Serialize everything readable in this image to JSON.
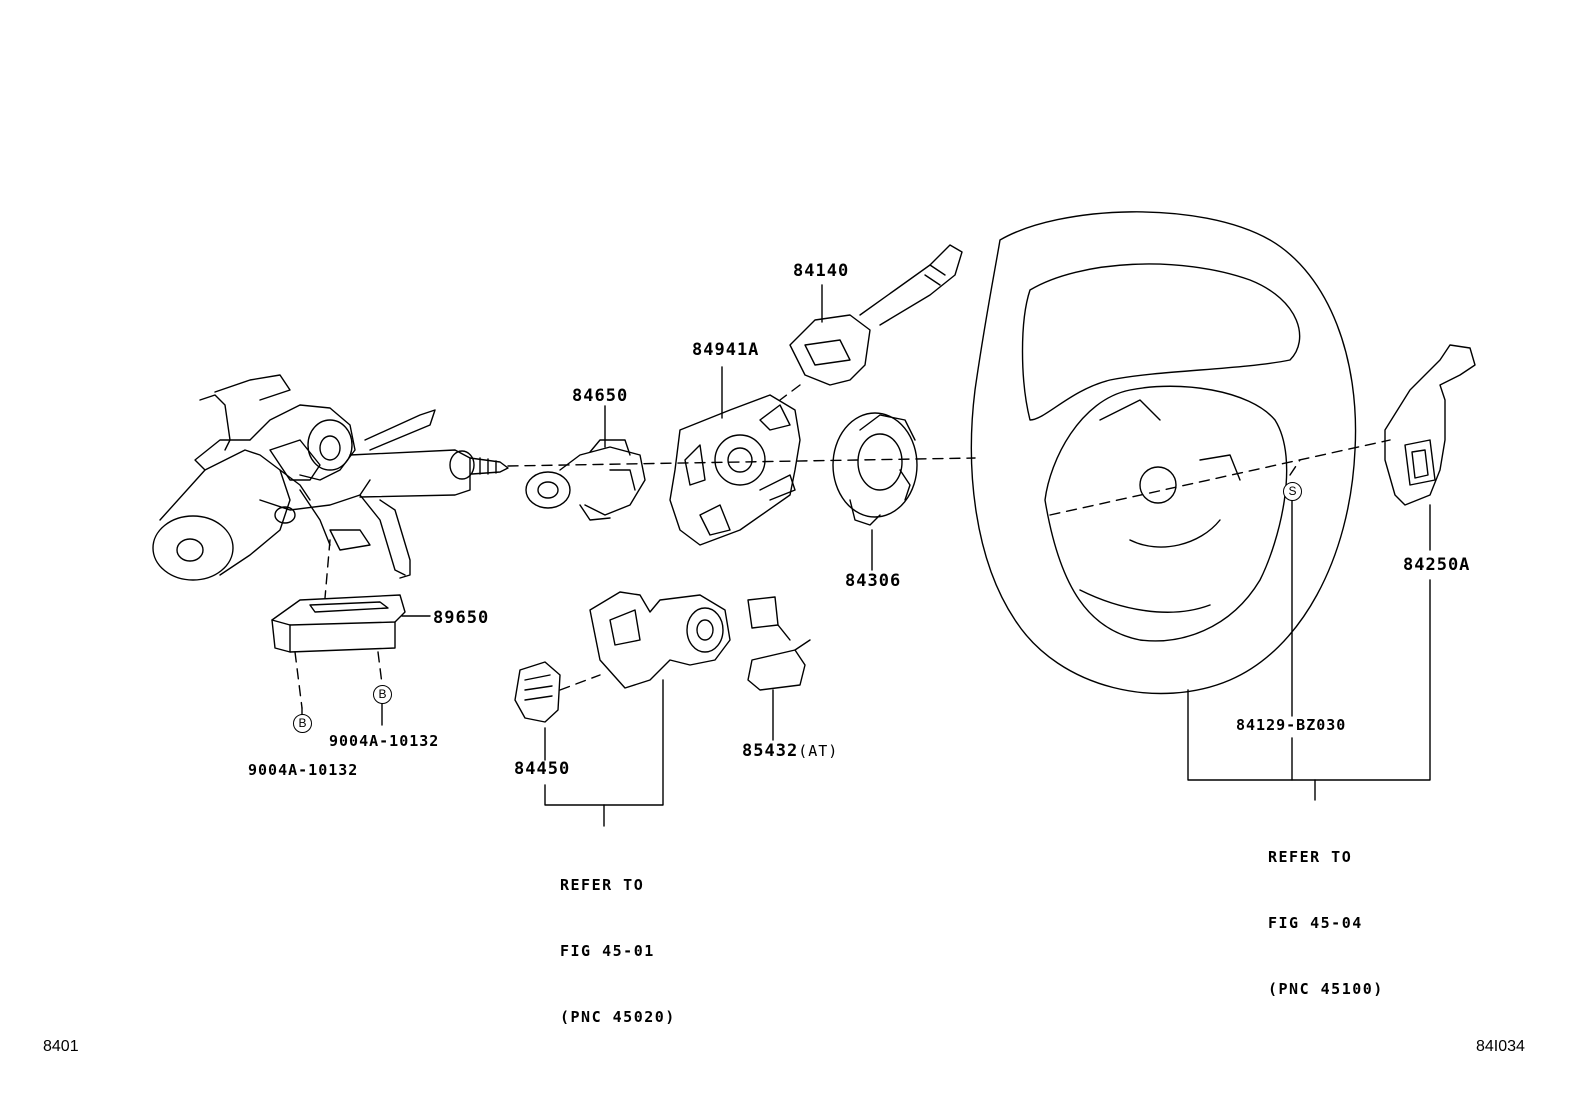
{
  "parts": {
    "p84140": "84140",
    "p84941A": "84941A",
    "p84650": "84650",
    "p84306": "84306",
    "p89650": "89650",
    "p84250A": "84250A",
    "p84450": "84450",
    "p85432": "85432",
    "p85432_note": "(AT)",
    "p9004A_a": "9004A-10132",
    "p9004A_b": "9004A-10132",
    "p84129": "84129-BZ030"
  },
  "markers": {
    "b1": "B",
    "b2": "B",
    "s1": "S"
  },
  "refs": {
    "ref1": [
      "REFER TO",
      "FIG 45-01",
      "(PNC 45020)"
    ],
    "ref2": [
      "REFER TO",
      "FIG 45-04",
      "(PNC 45100)"
    ]
  },
  "corners": {
    "left": "8401",
    "right": "84I034"
  }
}
